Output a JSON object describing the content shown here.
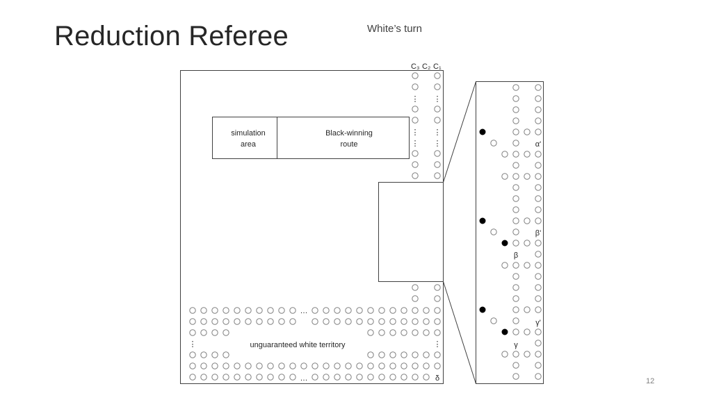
{
  "slide": {
    "title": "Reduction Referee",
    "turn_label": "White’s turn",
    "page_number": "12"
  },
  "diagram": {
    "column_labels": [
      "C₃",
      "C₂",
      "C₁"
    ],
    "boxes": {
      "simulation_area": [
        "simulation",
        "area"
      ],
      "black_winning_route": [
        "Black-winning",
        "route"
      ]
    },
    "territory_label": "unguaranteed white territory",
    "bottom_corner_label": "δ",
    "ellipsis": "…",
    "vertical_ellipsis": "⋮",
    "zoom_labels": {
      "alpha_prime": "α'",
      "beta_prime": "β'",
      "beta": "β",
      "gamma_prime": "γ'",
      "gamma": "γ"
    },
    "stone_colors": {
      "white": "#ffffff",
      "black": "#000000",
      "outline": "#7f7f7f"
    }
  }
}
